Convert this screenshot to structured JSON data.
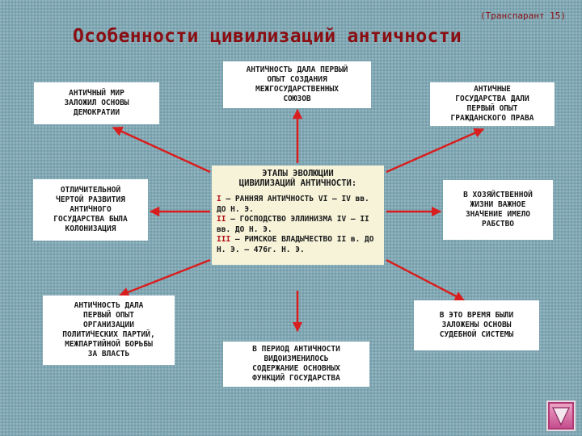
{
  "header": {
    "note": "(Транспарант 15)",
    "title": "Особенности цивилизаций античности"
  },
  "boxes": {
    "democracy": "АНТИЧНЫЙ МИР\nЗАЛОЖИЛ ОСНОВЫ\nДЕМОКРАТИИ",
    "unions": "АНТИЧНОСТЬ ДАЛА ПЕРВЫЙ\nОПЫТ СОЗДАНИЯ\nМЕЖГОСУДАРСТВЕННЫХ\nСОЮЗОВ",
    "civil_law": "АНТИЧНЫЕ\nГОСУДАРСТВА ДАЛИ\nПЕРВЫЙ ОПЫТ\nГРАЖДАНСКОГО ПРАВА",
    "colonization": "ОТЛИЧИТЕЛЬНОЙ\nЧЕРТОЙ РАЗВИТИЯ\nАНТИЧНОГО\nГОСУДАРСТВА БЫЛА\nКОЛОНИЗАЦИЯ",
    "slavery": "В ХОЗЯЙСТВЕННОЙ\nЖИЗНИ ВАЖНОЕ\nЗНАЧЕНИЕ ИМЕЛО\nРАБСТВО",
    "parties": "АНТИЧНОСТЬ ДАЛА\nПЕРВЫЙ ОПЫТ\nОРГАНИЗАЦИИ\nПОЛИТИЧЕСКИХ ПАРТИЙ,\nМЕЖПАРТИЙНОЙ БОРЬБЫ\nЗА ВЛАСТЬ",
    "state_functions": "В ПЕРИОД АНТИЧНОСТИ\nВИДОИЗМЕНИЛОСЬ\nСОДЕРЖАНИЕ ОСНОВНЫХ\nФУНКЦИЙ ГОСУДАРСТВА",
    "judicial": "В ЭТО ВРЕМЯ БЫЛИ\nЗАЛОЖЕНЫ ОСНОВЫ\nСУДЕБНОЙ СИСТЕМЫ"
  },
  "center": {
    "title": "ЭТАПЫ ЭВОЛЮЦИИ\nЦИВИЛИЗАЦИЙ АНТИЧНОСТИ:",
    "stages": [
      {
        "roman": "I",
        "text": " – РАННЯЯ АНТИЧНОСТЬ VI – IV вв. ДО Н. Э."
      },
      {
        "roman": "II",
        "text": " – ГОСПОДСТВО ЭЛЛИНИЗМА IV – II вв. ДО Н. Э."
      },
      {
        "roman": "III",
        "text": " – РИМСКОЕ ВЛАДЫЧЕСТВО II в. ДО Н. Э. – 476г. Н. Э."
      }
    ]
  },
  "colors": {
    "title": "#8a0e12",
    "arrow": "#d81e1e",
    "background": "#7fa7b3",
    "center_fill": "#f6f3d9"
  },
  "nav": {
    "icon": "triangle-down-icon"
  }
}
